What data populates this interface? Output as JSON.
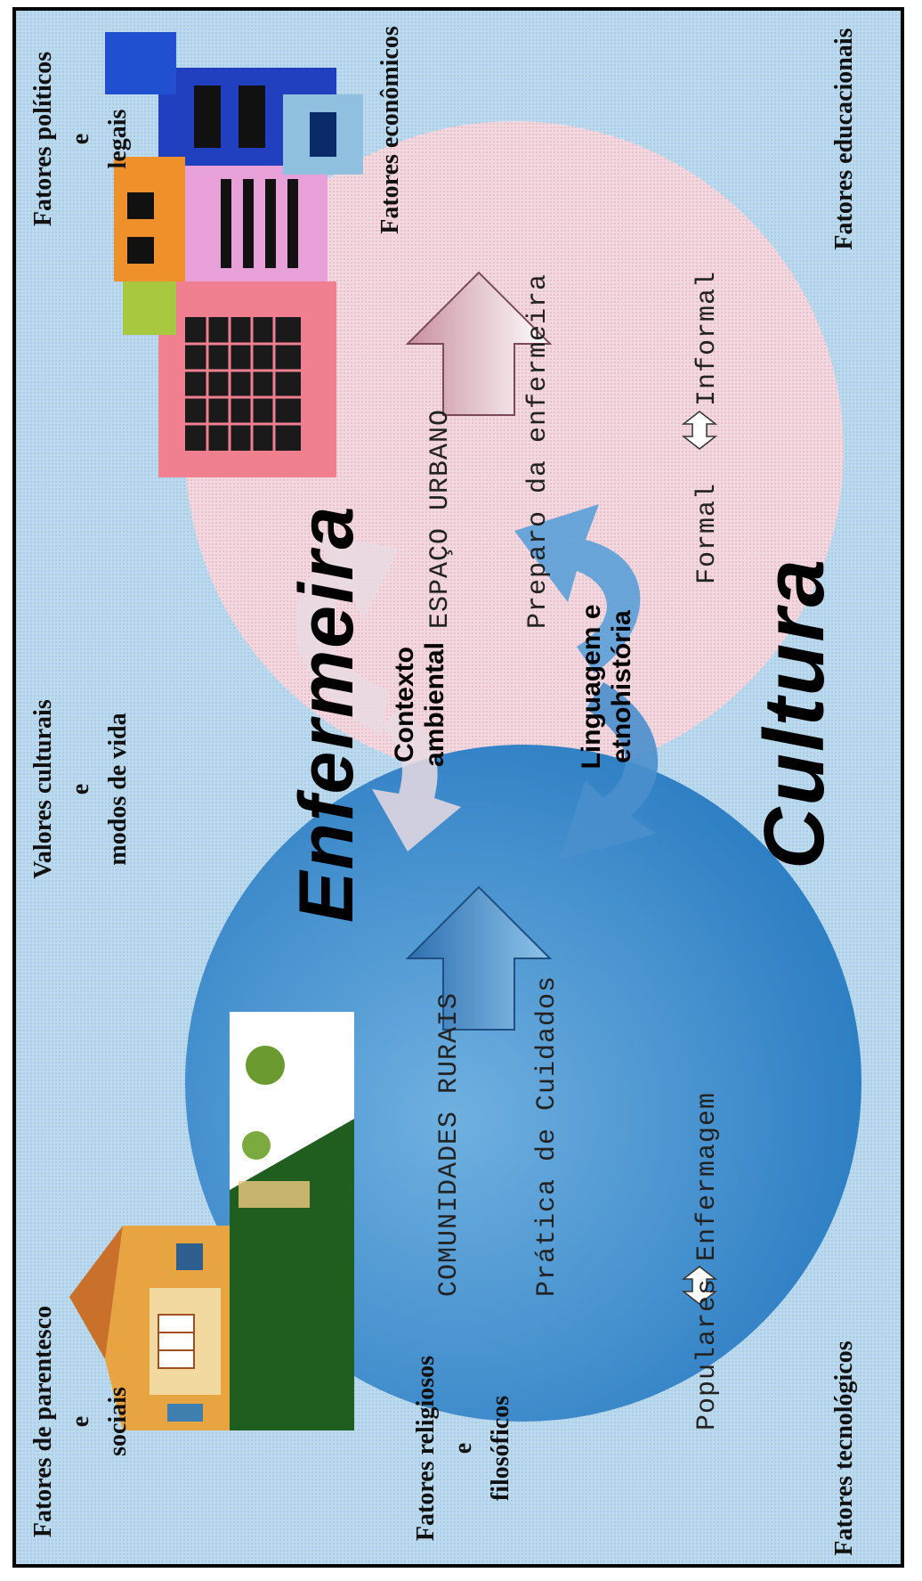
{
  "factors": {
    "kinship_line1": "Fatores de parentesco",
    "kinship_line2": "e",
    "kinship_line3": "sociais",
    "cultural_line1": "Valores culturais",
    "cultural_line2": "e",
    "cultural_line3": "modos de vida",
    "political_line1": "Fatores políticos",
    "political_line2": "e",
    "political_line3": "legais",
    "religious_line1": "Fatores religiosos",
    "religious_line2": "e",
    "religious_line3": "filosóficos",
    "economic": "Fatores econômicos",
    "technological": "Fatores tecnológicos",
    "educational": "Fatores educacionais"
  },
  "left_circle": {
    "title": "COMUNIDADES RURAIS",
    "subtitle": "Prática de Cuidados",
    "left_term": "Populares",
    "right_term": "Enfermagem",
    "color": "#3f8fd0"
  },
  "right_circle": {
    "title": "ESPAÇO URBANO",
    "subtitle": "Preparo da enfermeira",
    "left_term": "Formal",
    "right_term": "Informal",
    "color": "#f2d4dc"
  },
  "labels": {
    "nurse": "Enfermeira",
    "culture": "Cultura",
    "context_line1": "Contexto",
    "context_line2": "ambiental",
    "language_line1": "Linguagem e",
    "language_line2": "etnohistória"
  },
  "icons": {
    "house": "rural-house-icon",
    "city": "city-buildings-icon",
    "double_arrow": "double-arrow-icon"
  }
}
